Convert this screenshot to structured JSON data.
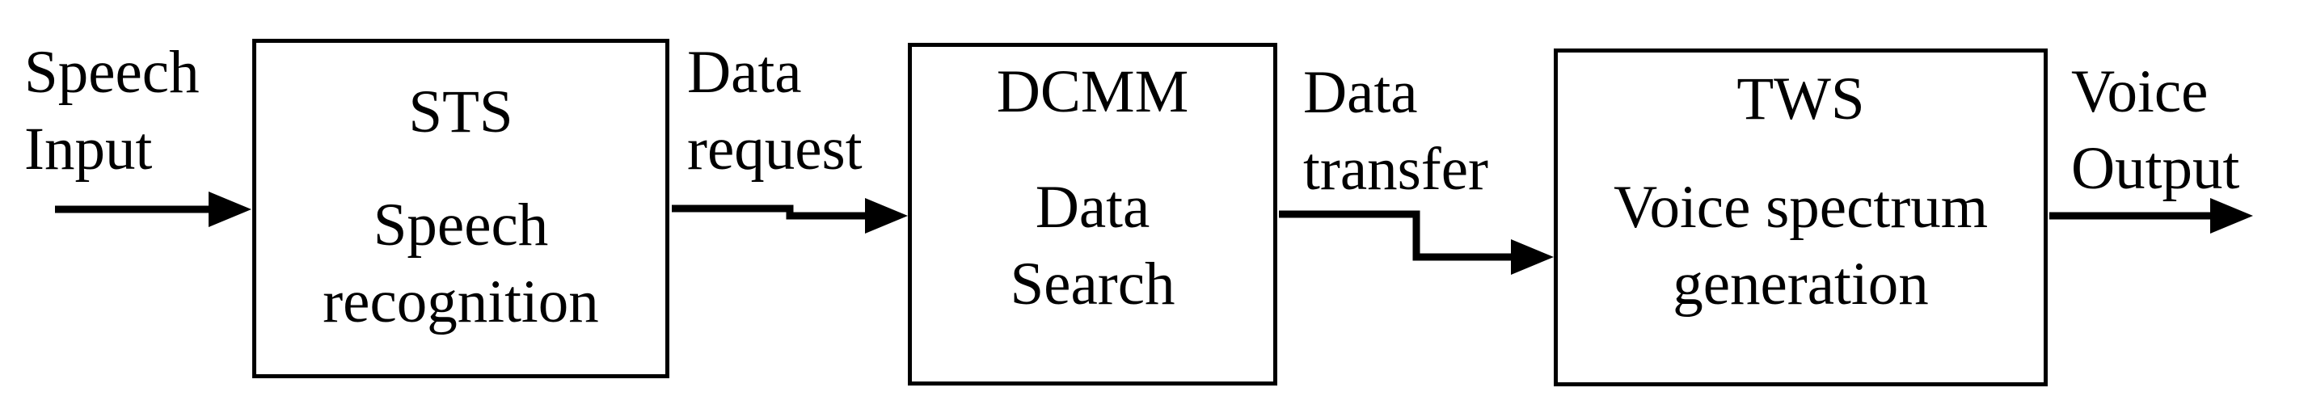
{
  "diagram": {
    "background_color": "#ffffff",
    "line_color": "#000000",
    "blocks": [
      {
        "id": "sts",
        "title": "STS",
        "subtitle": "Speech\nrecognition"
      },
      {
        "id": "dcmm",
        "title": "DCMM",
        "subtitle": "Data\nSearch"
      },
      {
        "id": "tws",
        "title": "TWS",
        "subtitle": "Voice spectrum\ngeneration"
      }
    ],
    "labels": {
      "input": "Speech\nInput",
      "request": "Data\nrequest",
      "transfer": "Data\ntransfer",
      "output": "Voice\nOutput"
    }
  }
}
